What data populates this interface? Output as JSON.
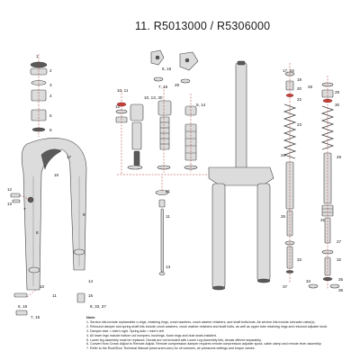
{
  "title": "11. R5013000 / R5306000",
  "callouts": {
    "left_column": [
      "1",
      "2",
      "3",
      "4",
      "5",
      "6",
      "7",
      "8",
      "9",
      "10",
      "11",
      "12",
      "13",
      "14",
      "15",
      "16",
      "17"
    ],
    "bottom_left": [
      "6, 16",
      "7, 15",
      "8, 33, 37"
    ],
    "center_group": [
      "10, 11",
      "10, 13, 30",
      "12",
      "29",
      "9, 14",
      "21",
      "11",
      "13"
    ],
    "right_group": [
      "17, 18",
      "19",
      "20",
      "22",
      "23",
      "24",
      "25",
      "26",
      "27",
      "28",
      "29",
      "30",
      "31",
      "32",
      "33",
      "34",
      "35",
      "36",
      "37"
    ],
    "top_small": [
      "6, 16",
      "7, 15"
    ]
  },
  "notes": {
    "heading": "Note:",
    "lines": [
      "1. Service kits include replaceable o-rings, retaining rings, crush washers, crush washer retainers, and shaft bolts/nuts.   Air service kits include schrader valve(s).",
      "2. Rebound damper and spring shaft kits include crush washers, crush washer retainers and shaft bolts, as well as upper tube retaining rings and rebound adjuster knob.",
      "3. Damper side = rider's right.  Spring side = rider's left.",
      "4. All lower legs include bottom out bumpers, bushings, foam rings and dust seals installed.",
      "5. Lower leg assembly must be replaced. Decals are not included with Lower Leg Assembly kits; decals offered separately.",
      "6. Convert from Crown Adjust to Remote Adjust.  Remote compression damper requires remote compression adjuster spool, cable clamp and remote lever assembly.",
      "7. Refer to the RockShox Technical Manual (www.sram.com) for oil volumes, air pressures settings and torque values."
    ]
  }
}
